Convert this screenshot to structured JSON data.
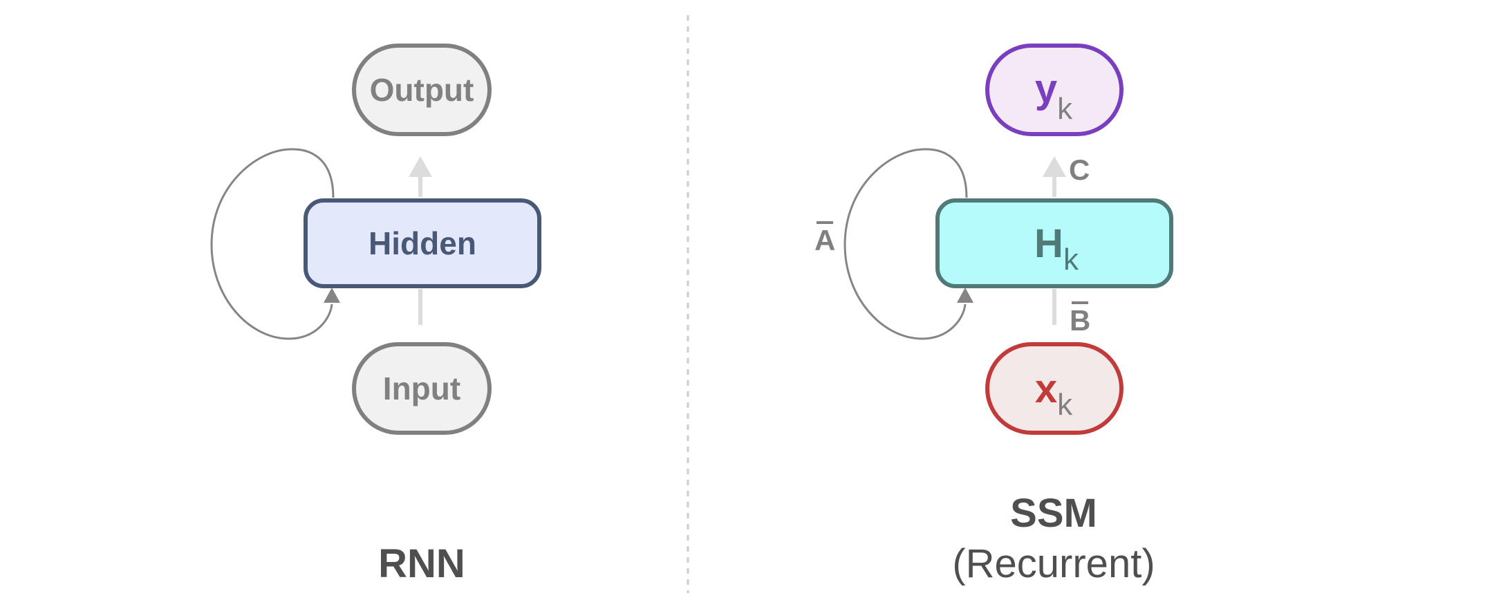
{
  "rnn": {
    "output_label": "Output",
    "hidden_label": "Hidden",
    "input_label": "Input",
    "caption": "RNN"
  },
  "ssm": {
    "output_label": {
      "main": "y",
      "sub": "k"
    },
    "hidden_label": {
      "main": "H",
      "sub": "k"
    },
    "input_label": {
      "main": "x",
      "sub": "k"
    },
    "a_label": "A",
    "b_label": "B",
    "c_label": "C",
    "caption": "SSM",
    "caption_sub": "(Recurrent)"
  },
  "colors": {
    "gray_node_fill": "#f1f1f1",
    "gray_node_stroke": "#808080",
    "gray_text": "#808080",
    "rnn_hidden_fill": "#e3e8fa",
    "rnn_hidden_stroke": "#4a5878",
    "ssm_hidden_fill": "#b5fbfc",
    "ssm_hidden_stroke": "#4f7a78",
    "ssm_output_fill": "#f4eaf5",
    "ssm_output_stroke": "#7a3fbf",
    "ssm_input_fill": "#f4e9e9",
    "ssm_input_stroke": "#c23b3b",
    "arrow_light": "#dcdcdc",
    "loop_stroke": "#858585",
    "divider": "#cccccc"
  }
}
